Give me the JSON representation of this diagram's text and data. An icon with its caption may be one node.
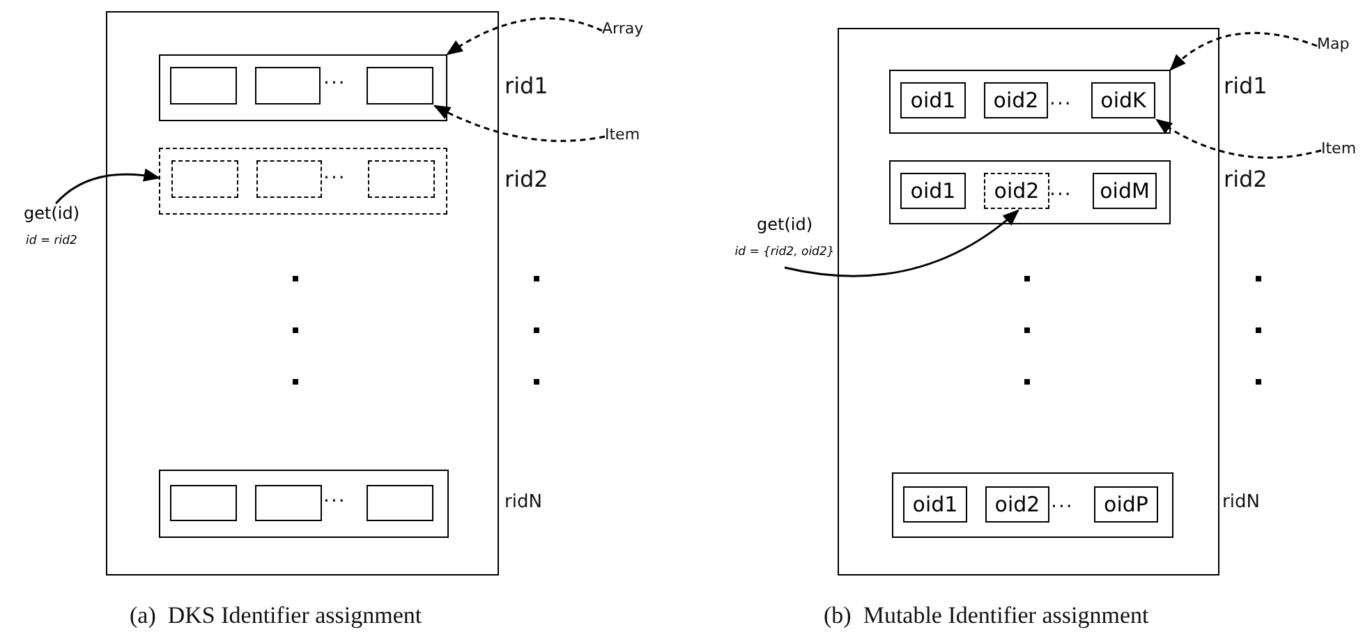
{
  "diagram": {
    "nodes": [
      {
        "text": [],
        "shape": "box"
      },
      {
        "text": [],
        "shape": "box",
        "in": 0
      },
      {
        "text": [],
        "shape": "box",
        "in": 1
      },
      {
        "text": [],
        "shape": "box",
        "in": 1
      },
      {
        "text": [],
        "shape": "box",
        "in": 1
      },
      {
        "text": [],
        "shape": "box",
        "in": 0
      },
      {
        "text": [],
        "shape": "box",
        "in": 5
      },
      {
        "text": [],
        "shape": "box",
        "in": 5
      },
      {
        "text": [],
        "shape": "box",
        "in": 5
      },
      {
        "text": [],
        "shape": "box",
        "in": 0
      },
      {
        "text": [],
        "shape": "box",
        "in": 9
      },
      {
        "text": [],
        "shape": "box",
        "in": 9
      },
      {
        "text": [],
        "shape": "box",
        "in": 9
      },
      {
        "text": [
          "Array"
        ]
      },
      {
        "text": [
          "Item"
        ]
      },
      {
        "text": [
          "get(id)",
          "id = rid2"
        ]
      },
      {
        "text": [],
        "shape": "box"
      },
      {
        "text": [],
        "shape": "box",
        "in": 16
      },
      {
        "text": [
          "oid1"
        ],
        "in": 17
      },
      {
        "text": [
          "oid2"
        ],
        "in": 17
      },
      {
        "text": [
          "oidK"
        ],
        "in": 17
      },
      {
        "text": [],
        "shape": "box",
        "in": 16
      },
      {
        "text": [
          "oid1"
        ],
        "in": 21
      },
      {
        "text": [
          "oid2"
        ],
        "in": 21
      },
      {
        "text": [
          "oidM"
        ],
        "in": 21
      },
      {
        "text": [],
        "shape": "box",
        "in": 16
      },
      {
        "text": [
          "oid1"
        ],
        "in": 25
      },
      {
        "text": [
          "oid2"
        ],
        "in": 25
      },
      {
        "text": [
          "oidP"
        ],
        "in": 25
      },
      {
        "text": [
          "Map"
        ]
      },
      {
        "text": [
          "Item"
        ]
      },
      {
        "text": [
          "get(id)",
          "id = {rid2, oid2}"
        ]
      }
    ],
    "edges": [
      {
        "from": 13,
        "to": 1,
        "arrow": "to",
        "style": "dashed"
      },
      {
        "from": 14,
        "to": 4,
        "arrow": "to",
        "style": "dashed"
      },
      {
        "from": 15,
        "to": 5,
        "arrow": "to"
      },
      {
        "from": 29,
        "to": 17,
        "arrow": "to",
        "style": "dashed"
      },
      {
        "from": 30,
        "to": 20,
        "arrow": "to",
        "style": "dashed"
      },
      {
        "from": 31,
        "to": 23,
        "arrow": "to"
      }
    ],
    "labels": [
      "···",
      "rid1",
      "···",
      "rid2",
      "···",
      "ridN",
      "(a)  DKS Identifier assignment",
      "···",
      "rid1",
      "···",
      "rid2",
      "···",
      "ridN",
      "(b)  Mutable Identifier assignment"
    ]
  }
}
